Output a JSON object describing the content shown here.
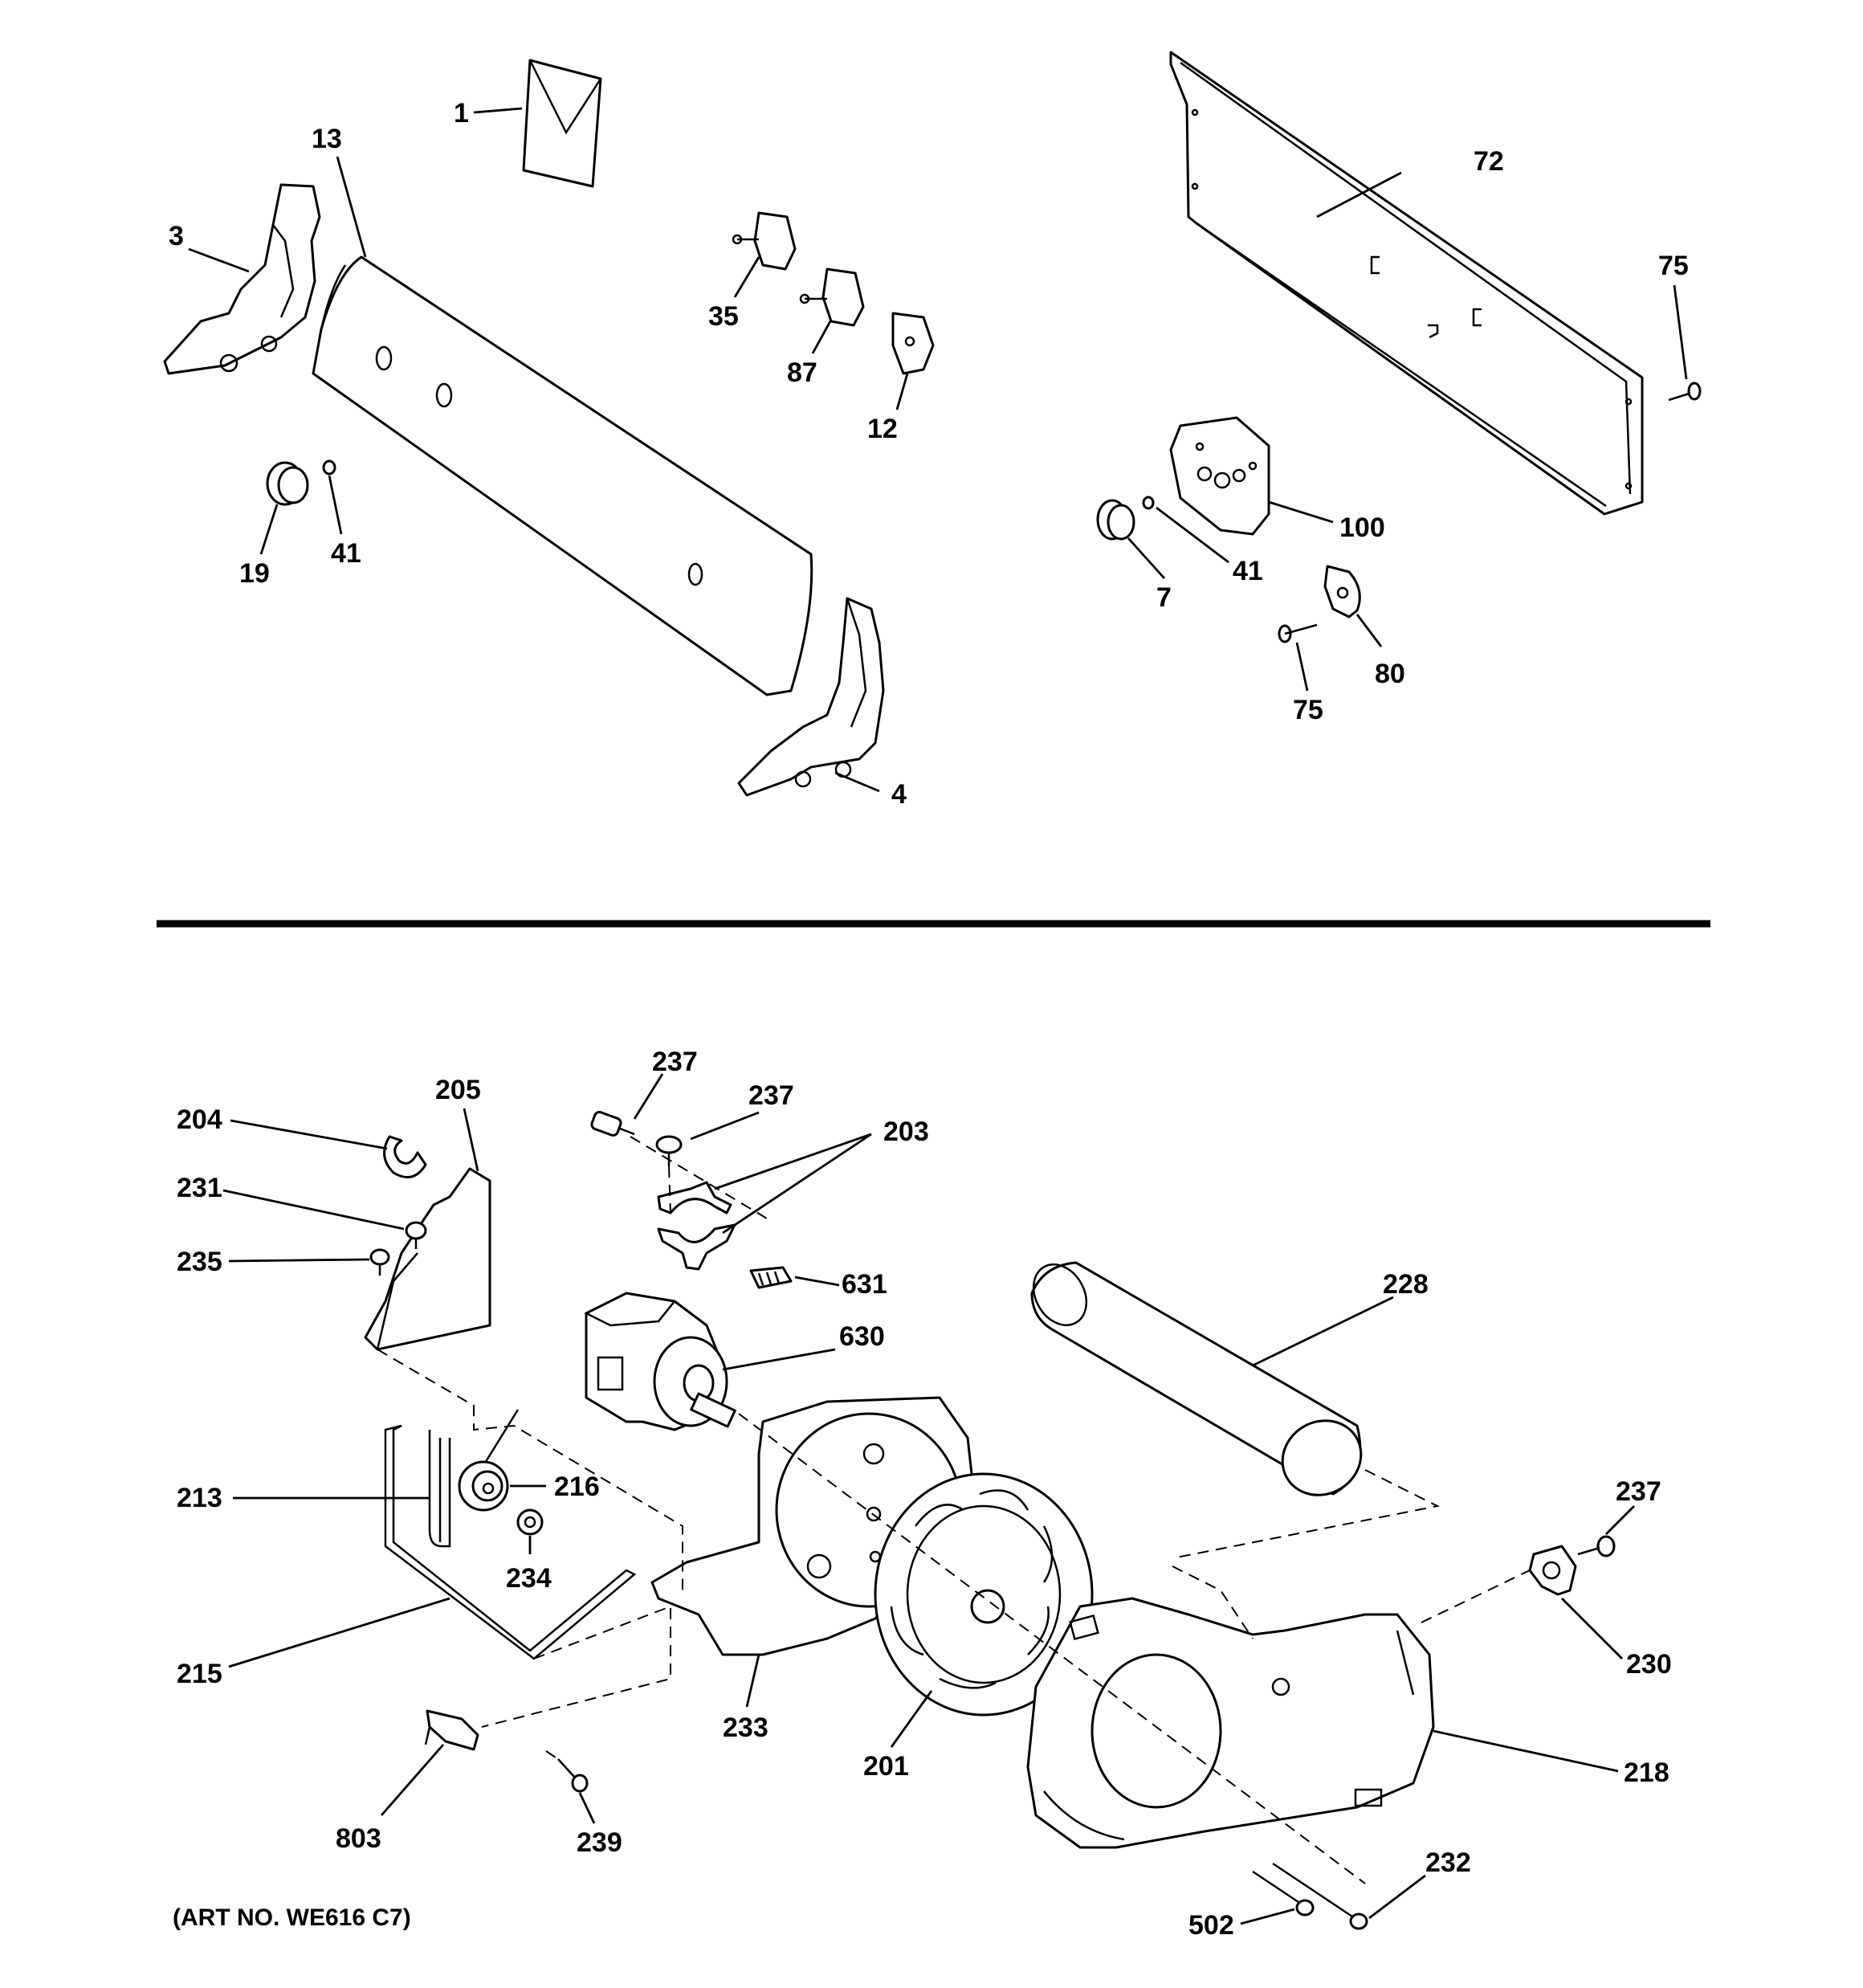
{
  "diagram": {
    "art_number": "(ART NO. WE616 C7)",
    "callouts_upper": [
      {
        "id": "c1",
        "label": "1"
      },
      {
        "id": "c13",
        "label": "13"
      },
      {
        "id": "c3",
        "label": "3"
      },
      {
        "id": "c35",
        "label": "35"
      },
      {
        "id": "c87",
        "label": "87"
      },
      {
        "id": "c12",
        "label": "12"
      },
      {
        "id": "c19",
        "label": "19"
      },
      {
        "id": "c41a",
        "label": "41"
      },
      {
        "id": "c4",
        "label": "4"
      },
      {
        "id": "c72",
        "label": "72"
      },
      {
        "id": "c75a",
        "label": "75"
      },
      {
        "id": "c100",
        "label": "100"
      },
      {
        "id": "c41b",
        "label": "41"
      },
      {
        "id": "c7",
        "label": "7"
      },
      {
        "id": "c80",
        "label": "80"
      },
      {
        "id": "c75b",
        "label": "75"
      }
    ],
    "callouts_lower": [
      {
        "id": "c204",
        "label": "204"
      },
      {
        "id": "c205",
        "label": "205"
      },
      {
        "id": "c231",
        "label": "231"
      },
      {
        "id": "c235",
        "label": "235"
      },
      {
        "id": "c237a",
        "label": "237"
      },
      {
        "id": "c237b",
        "label": "237"
      },
      {
        "id": "c203",
        "label": "203"
      },
      {
        "id": "c631",
        "label": "631"
      },
      {
        "id": "c630",
        "label": "630"
      },
      {
        "id": "c228",
        "label": "228"
      },
      {
        "id": "c213",
        "label": "213"
      },
      {
        "id": "c216",
        "label": "216"
      },
      {
        "id": "c234",
        "label": "234"
      },
      {
        "id": "c215",
        "label": "215"
      },
      {
        "id": "c233",
        "label": "233"
      },
      {
        "id": "c201",
        "label": "201"
      },
      {
        "id": "c237c",
        "label": "237"
      },
      {
        "id": "c230",
        "label": "230"
      },
      {
        "id": "c218",
        "label": "218"
      },
      {
        "id": "c803",
        "label": "803"
      },
      {
        "id": "c239",
        "label": "239"
      },
      {
        "id": "c232",
        "label": "232"
      },
      {
        "id": "c502",
        "label": "502"
      }
    ]
  }
}
